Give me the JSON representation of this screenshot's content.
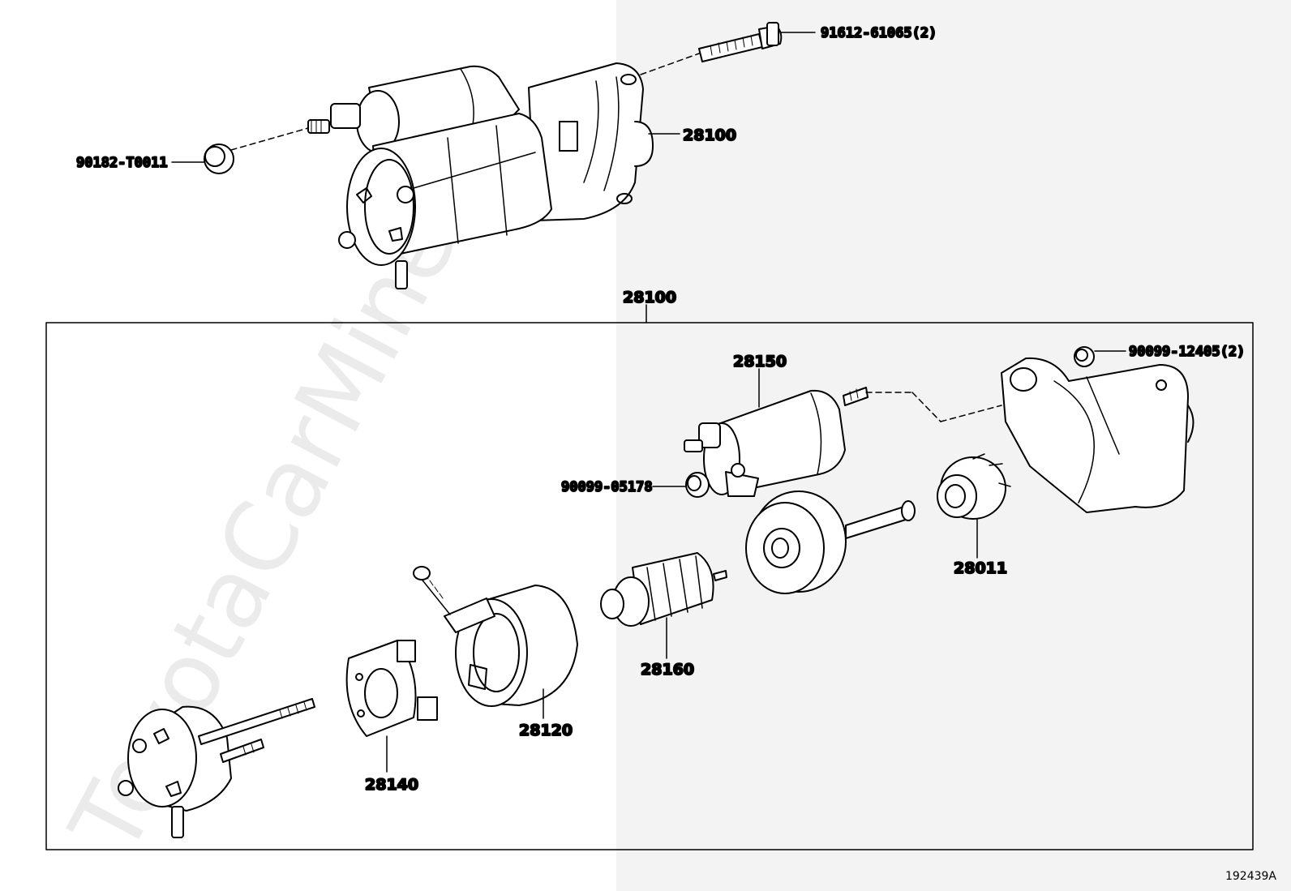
{
  "labels": {
    "bolt": "91612-61065(2)",
    "starter_assy_top": "28100",
    "plug_nut": "90182-T0011",
    "starter_assy_group": "28100",
    "solenoid": "28150",
    "nut_right": "90099-12405(2)",
    "nut_left": "90099-05178",
    "clutch": "28011",
    "armature": "28160",
    "yoke": "28120",
    "brush_holder": "28140"
  },
  "watermark": "ToyotaCarMine.ru",
  "diagram_id": "192439A"
}
